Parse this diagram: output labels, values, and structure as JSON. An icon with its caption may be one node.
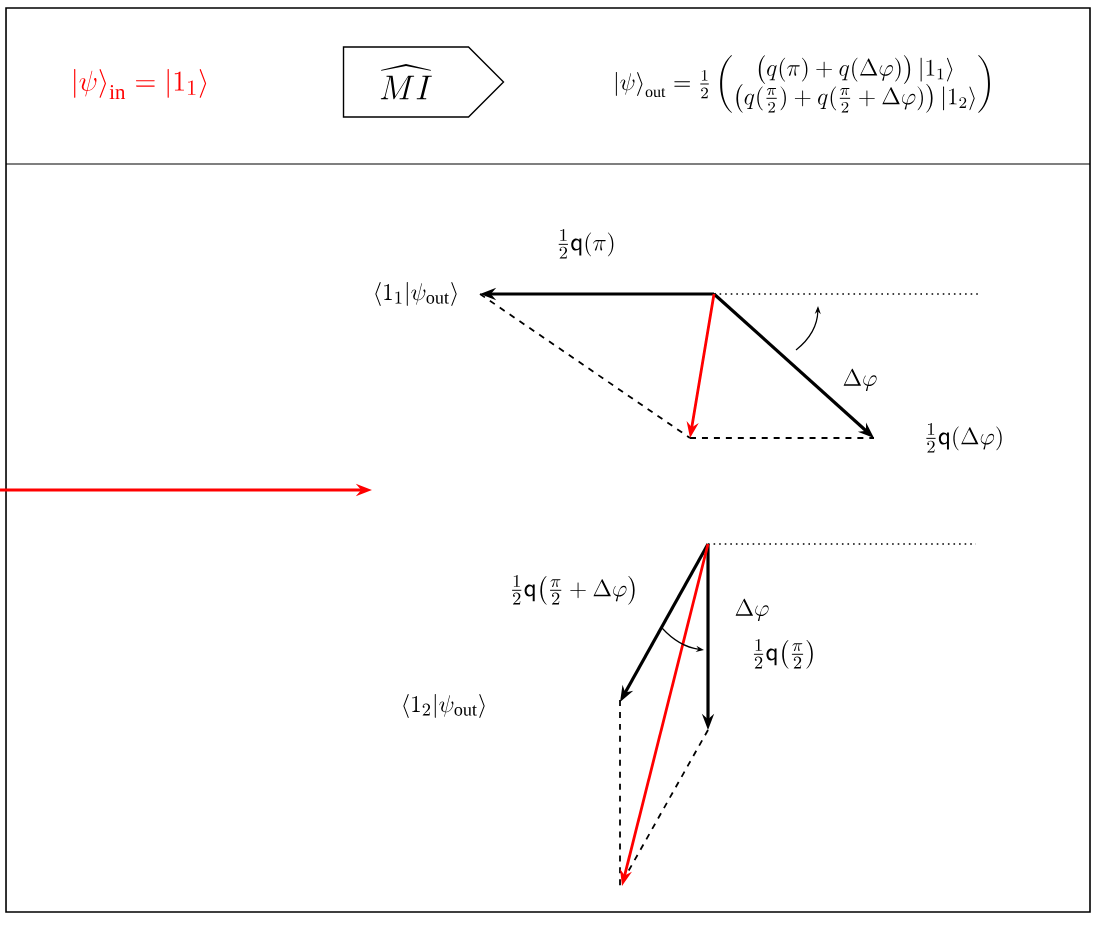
{
  "diagram": {
    "nodes": [
      {
        "text": [
          "\\widehat{MI}"
        ]
      }
    ],
    "labels": [
      "\\left|\\psi\\right\\rangle_{\\mathrm{in}}=\\left|1_{1}\\right\\rangle",
      "\\left|\\psi\\right\\rangle_{\\mathrm{out}}=\\frac{1}{2}\\begin{pmatrix}\\bigl(q(\\pi)+q(\\Delta\\varphi)\\bigr)\\left|1_{1}\\right\\rangle\\\\ \\bigl(q(\\tfrac{\\pi}{2})+q(\\tfrac{\\pi}{2}+\\Delta\\varphi)\\bigr)\\left|1_{2}\\right\\rangle\\end{pmatrix}",
      "\\tfrac{1}{2}\\mathsf{q}(\\pi)",
      "\\left\\langle 1_{1}\\middle|\\psi_{\\mathrm{out}}\\right\\rangle",
      "\\Delta\\varphi",
      "\\tfrac{1}{2}\\mathsf{q}(\\Delta\\varphi)",
      "\\tfrac{1}{2}\\mathsf{q}\\bigl(\\tfrac{\\pi}{2}+\\Delta\\varphi\\bigr)",
      "\\Delta\\varphi",
      "\\tfrac{1}{2}\\mathsf{q}\\bigl(\\tfrac{\\pi}{2}\\bigr)",
      "\\left\\langle 1_{2}\\middle|\\psi_{\\mathrm{out}}\\right\\rangle"
    ]
  }
}
